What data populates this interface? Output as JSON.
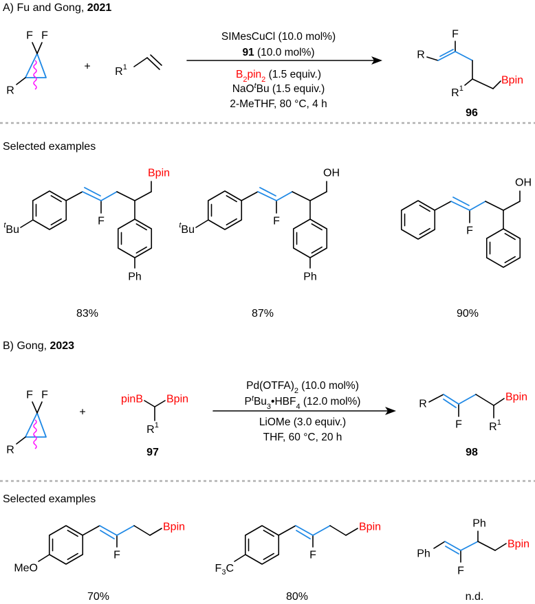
{
  "colors": {
    "bond": "#000000",
    "highlight_bond": "#1e88e5",
    "boron": "#ff0000",
    "cleavage": "#ff00ff"
  },
  "atoms": {
    "F": "F",
    "R": "R",
    "R1_base": "R",
    "R1_sup": "1",
    "Bpin": "Bpin",
    "pinB": "pinB",
    "OH": "OH",
    "t": "t",
    "Bu": "Bu",
    "Ph": "Ph",
    "MeO": "MeO",
    "F3C_F": "F",
    "F3C_3": "3",
    "F3C_C": "C",
    "plus": "+"
  },
  "sectionA": {
    "label": "A) Fu and Gong, ",
    "year": "2021",
    "conditions": {
      "line1": "SIMesCuCl (10.0 mol%)",
      "line2_bold": "91",
      "line2_rest": " (10.0 mol%)",
      "line3_B": "B",
      "line3_sub1": "2",
      "line3_pin": "pin",
      "line3_sub2": "2",
      "line3_rest": " (1.5 equiv.)",
      "line4_a": "NaO",
      "line4_sup": "t",
      "line4_b": "Bu (1.5 equiv.)",
      "line5": "2-MeTHF, 80 °C, 4 h"
    },
    "product_label": "96",
    "selected_examples": "Selected examples",
    "yields": [
      "83%",
      "87%",
      "90%"
    ]
  },
  "sectionB": {
    "label": "B) Gong, ",
    "year": "2023",
    "reagent_label": "97",
    "conditions": {
      "line1_a": "Pd(OTFA)",
      "line1_sub": "2",
      "line1_b": " (10.0 mol%)",
      "line2_P": "P",
      "line2_sup": "t",
      "line2_Bu": "Bu",
      "line2_sub3": "3",
      "line2_HBF": "•HBF",
      "line2_sub4": "4",
      "line2_rest": " (12.0 mol%)",
      "line3": "LiOMe (3.0 equiv.)",
      "line4": "THF, 60 °C, 20 h"
    },
    "product_label": "98",
    "selected_examples": "Selected examples",
    "yields": [
      "70%",
      "80%",
      "n.d."
    ]
  }
}
